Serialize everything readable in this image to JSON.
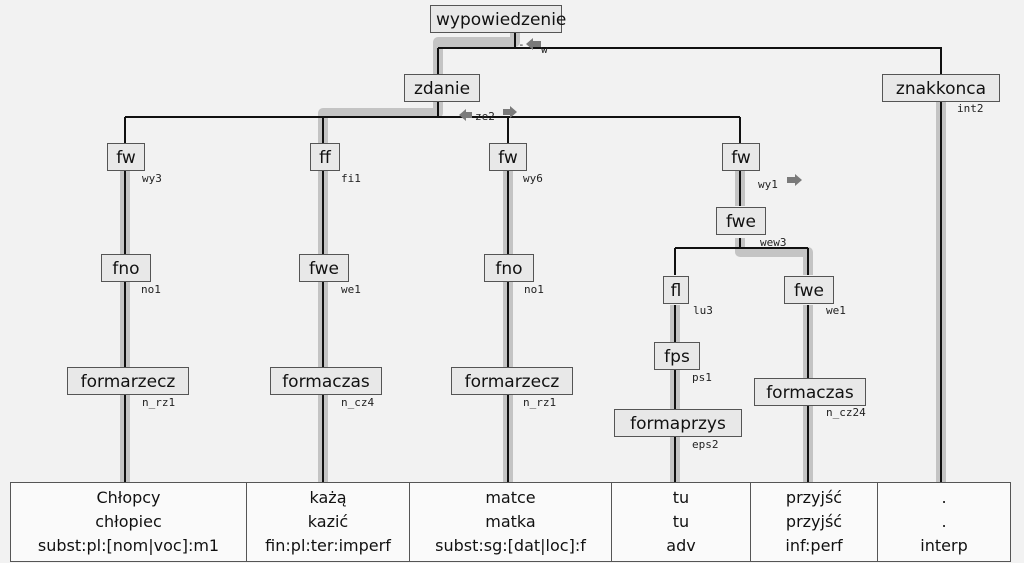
{
  "nodes": {
    "root": "wypowiedzenie",
    "zdanie": "zdanie",
    "znakkonca": "znakkonca",
    "fw1": "fw",
    "ff": "ff",
    "fw2": "fw",
    "fw3": "fw",
    "fno1": "fno",
    "fwe1": "fwe",
    "fno2": "fno",
    "fwe2": "fwe",
    "fl": "fl",
    "fwe3": "fwe",
    "fps": "fps",
    "formarzecz1": "formarzecz",
    "formaczas1": "formaczas",
    "formarzecz2": "formarzecz",
    "formaczas2": "formaczas",
    "formaprzys": "formaprzys"
  },
  "rules": {
    "root": "w",
    "zdanie": "ze2",
    "znakkonca": "int2",
    "fw1": "wy3",
    "ff": "fi1",
    "fw2": "wy6",
    "fw3": "wy1",
    "fno1": "no1",
    "fwe1": "we1",
    "fno2": "no1",
    "fwe2": "wew3",
    "fl": "lu3",
    "fwe3": "we1",
    "fps": "ps1",
    "formarzecz1": "n_rz1",
    "formaczas1": "n_cz4",
    "formarzecz2": "n_rz1",
    "formaczas2": "n_cz24",
    "formaprzys": "eps2",
    "root_dash": "-"
  },
  "leaves": [
    {
      "orth": "Chłopcy",
      "base": "chłopiec",
      "tag": "subst:pl:[nom|voc]:m1"
    },
    {
      "orth": "każą",
      "base": "kazić",
      "tag": "fin:pl:ter:imperf"
    },
    {
      "orth": "matce",
      "base": "matka",
      "tag": "subst:sg:[dat|loc]:f"
    },
    {
      "orth": "tu",
      "base": "tu",
      "tag": "adv"
    },
    {
      "orth": "przyjść",
      "base": "przyjść",
      "tag": "inf:perf"
    },
    {
      "orth": ".",
      "base": ".",
      "tag": "interp"
    }
  ],
  "colors": {
    "edge": "#111111",
    "head_path": "#c4c4c4",
    "arrow": "#7a7a7a"
  },
  "icons": [
    "arrow-left-icon",
    "arrow-right-icon"
  ]
}
